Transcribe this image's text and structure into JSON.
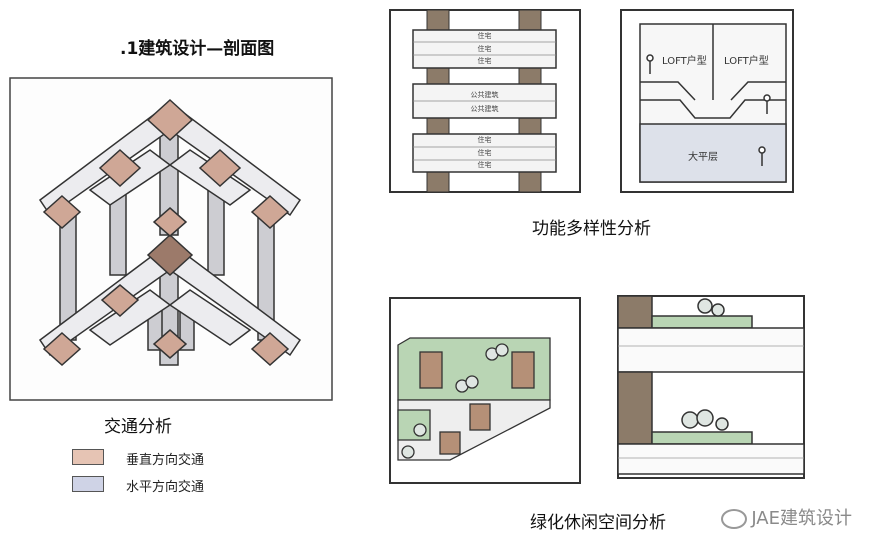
{
  "title": ".1建筑设计—剖面图",
  "left_panel": {
    "caption": "交通分析",
    "legend": [
      {
        "label": "垂直方向交通",
        "color": "#e6c4b4"
      },
      {
        "label": "水平方向交通",
        "color": "#cfd3e6"
      }
    ]
  },
  "function_panel": {
    "caption": "功能多样性分析",
    "slab_labels": [
      "住宅",
      "住宅",
      "住宅",
      "公共建筑",
      "公共建筑",
      "住宅",
      "住宅",
      "住宅"
    ],
    "unit_labels": [
      "LOFT户型",
      "LOFT户型",
      "大平层"
    ]
  },
  "green_panel": {
    "caption": "绿化休闲空间分析"
  },
  "watermark": "JAE建筑设计",
  "colors": {
    "vertical_core": "#cfa796",
    "horizontal_band": "#d7d8e3",
    "column_brown": "#8c7b69",
    "green": "#b9d5b4",
    "frame": "#333333"
  }
}
